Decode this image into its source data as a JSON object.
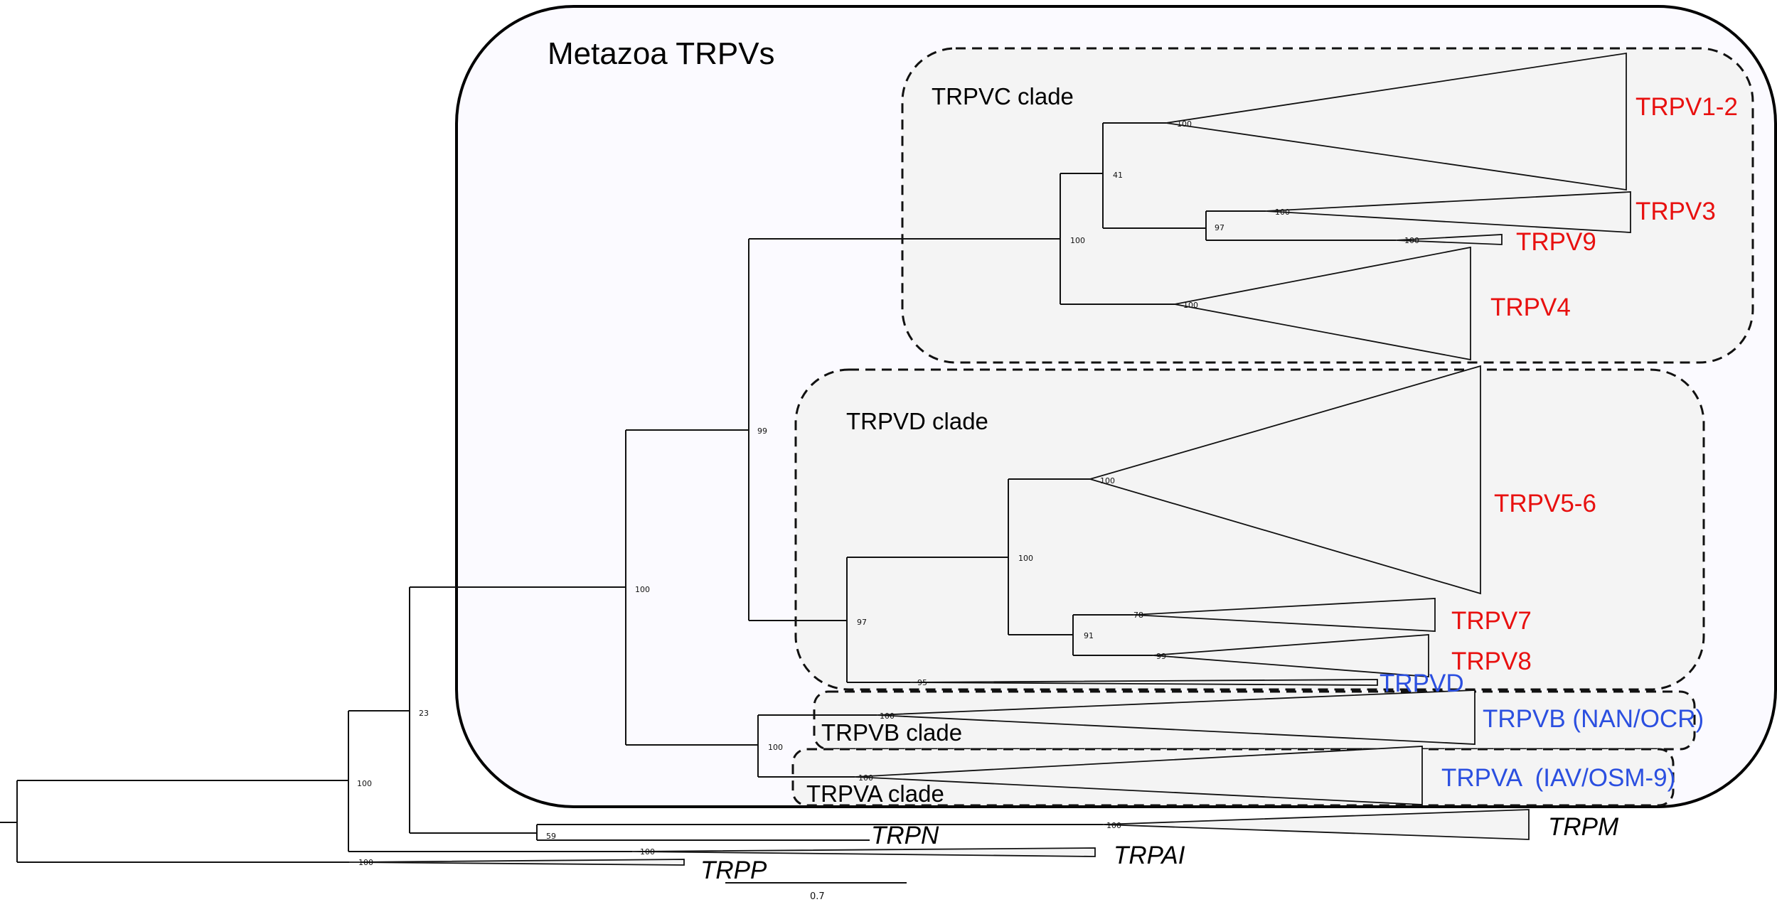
{
  "colors": {
    "vertebrate_red": "#e8100f",
    "invertebrate_blue": "#2b4fe0",
    "outgroup_black": "#000000"
  },
  "group": {
    "label": "Metazoa TRPVs"
  },
  "clades": {
    "c": {
      "label": "TRPVC clade"
    },
    "d": {
      "label": "TRPVD clade"
    },
    "b": {
      "label": "TRPVB clade"
    },
    "a": {
      "label": "TRPVA clade"
    }
  },
  "tips": {
    "v12": "TRPV1-2",
    "v3": "TRPV3",
    "v9": "TRPV9",
    "v4": "TRPV4",
    "v56": "TRPV5-6",
    "v7": "TRPV7",
    "v8": "TRPV8",
    "vd": "TRPVD",
    "vb": "TRPVB (NAN/OCR)",
    "va": "TRPVA  (IAV/OSM-9)",
    "m": "TRPM",
    "n": "TRPN",
    "ai": "TRPAI",
    "p": "TRPP"
  },
  "support": {
    "n_100_root": "100",
    "n_23": "23",
    "n_100_trpv": "100",
    "n_99": "99",
    "n_100_c": "100",
    "n_41": "41",
    "n_97_v39": "97",
    "n_97_d": "97",
    "n_100_v5678": "100",
    "n_91": "91",
    "n_100_ab": "100",
    "n_59": "59",
    "t_v12": "100",
    "t_v3": "100",
    "t_v9": "100",
    "t_v4": "100",
    "t_v56": "100",
    "t_v7": "78",
    "t_v8": "99",
    "t_vd": "95",
    "t_vb": "100",
    "t_va": "100",
    "t_m": "100",
    "t_ai": "100",
    "t_p": "100"
  },
  "scale_bar": {
    "label": "0.7"
  }
}
